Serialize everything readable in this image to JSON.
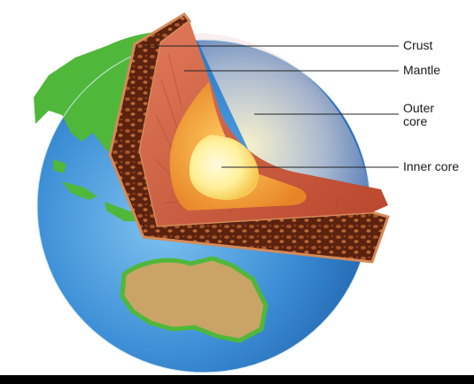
{
  "diagram": {
    "labels": {
      "crust": "Crust",
      "mantle": "Mantle",
      "outer_core": "Outer\ncore",
      "inner_core": "Inner core"
    }
  },
  "colors": {
    "ocean": "#3d8fd6",
    "land": "#4fb83a",
    "australia": "#c9a466",
    "crust": "#6b2a14",
    "mantle": "#c85a3c",
    "outer_core": "#f0a030",
    "inner_core": "#fff2a0",
    "leader_line": "#222222"
  }
}
